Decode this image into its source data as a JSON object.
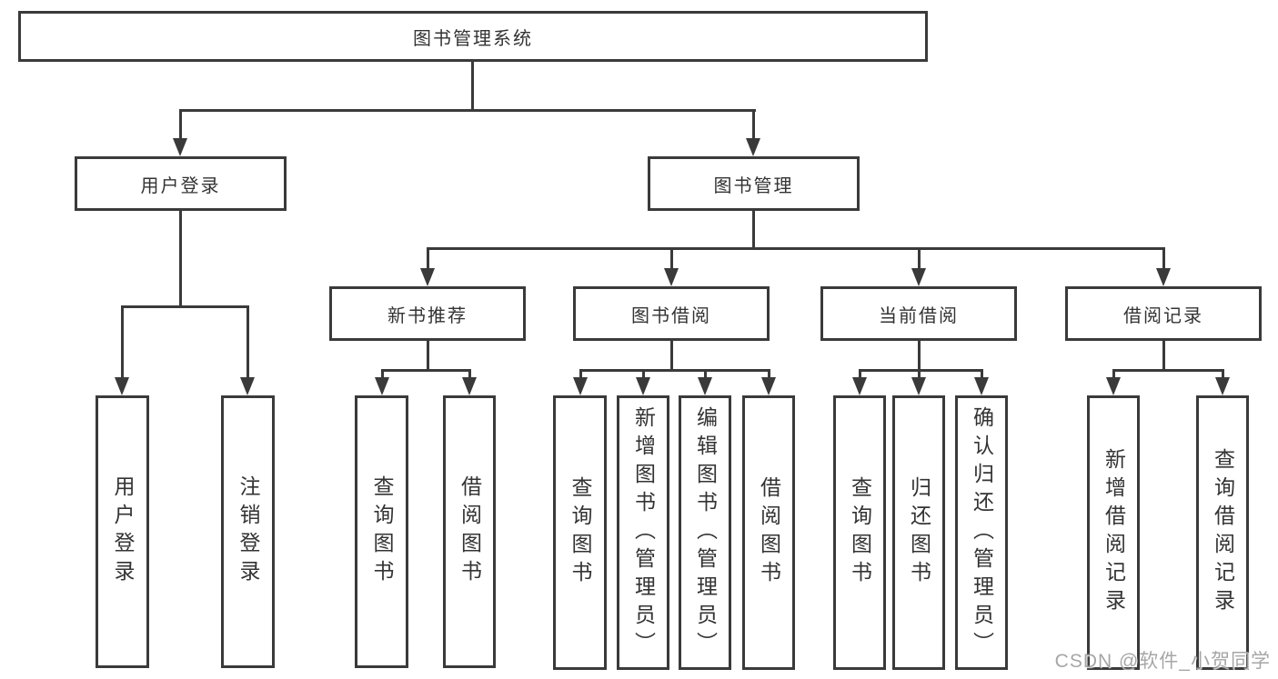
{
  "tree": {
    "root": "图书管理系统",
    "branches": [
      {
        "label": "用户登录",
        "leaves": [
          "用户登录",
          "注销登录"
        ]
      },
      {
        "label": "图书管理",
        "groups": [
          {
            "label": "新书推荐",
            "leaves": [
              "查询图书",
              "借阅图书"
            ]
          },
          {
            "label": "图书借阅",
            "leaves": [
              "查询图书",
              "新增图书（管理员）",
              "编辑图书（管理员）",
              "借阅图书"
            ]
          },
          {
            "label": "当前借阅",
            "leaves": [
              "查询图书",
              "归还图书",
              "确认归还（管理员）"
            ]
          },
          {
            "label": "借阅记录",
            "leaves": [
              "新增借阅记录",
              "查询借阅记录"
            ]
          }
        ]
      }
    ]
  },
  "watermark": {
    "text": "CSDN @软件_小贺同学"
  },
  "colors": {
    "line": "#3a3a3a",
    "text": "#333333",
    "background": "#ffffff",
    "watermark": "#969696"
  }
}
